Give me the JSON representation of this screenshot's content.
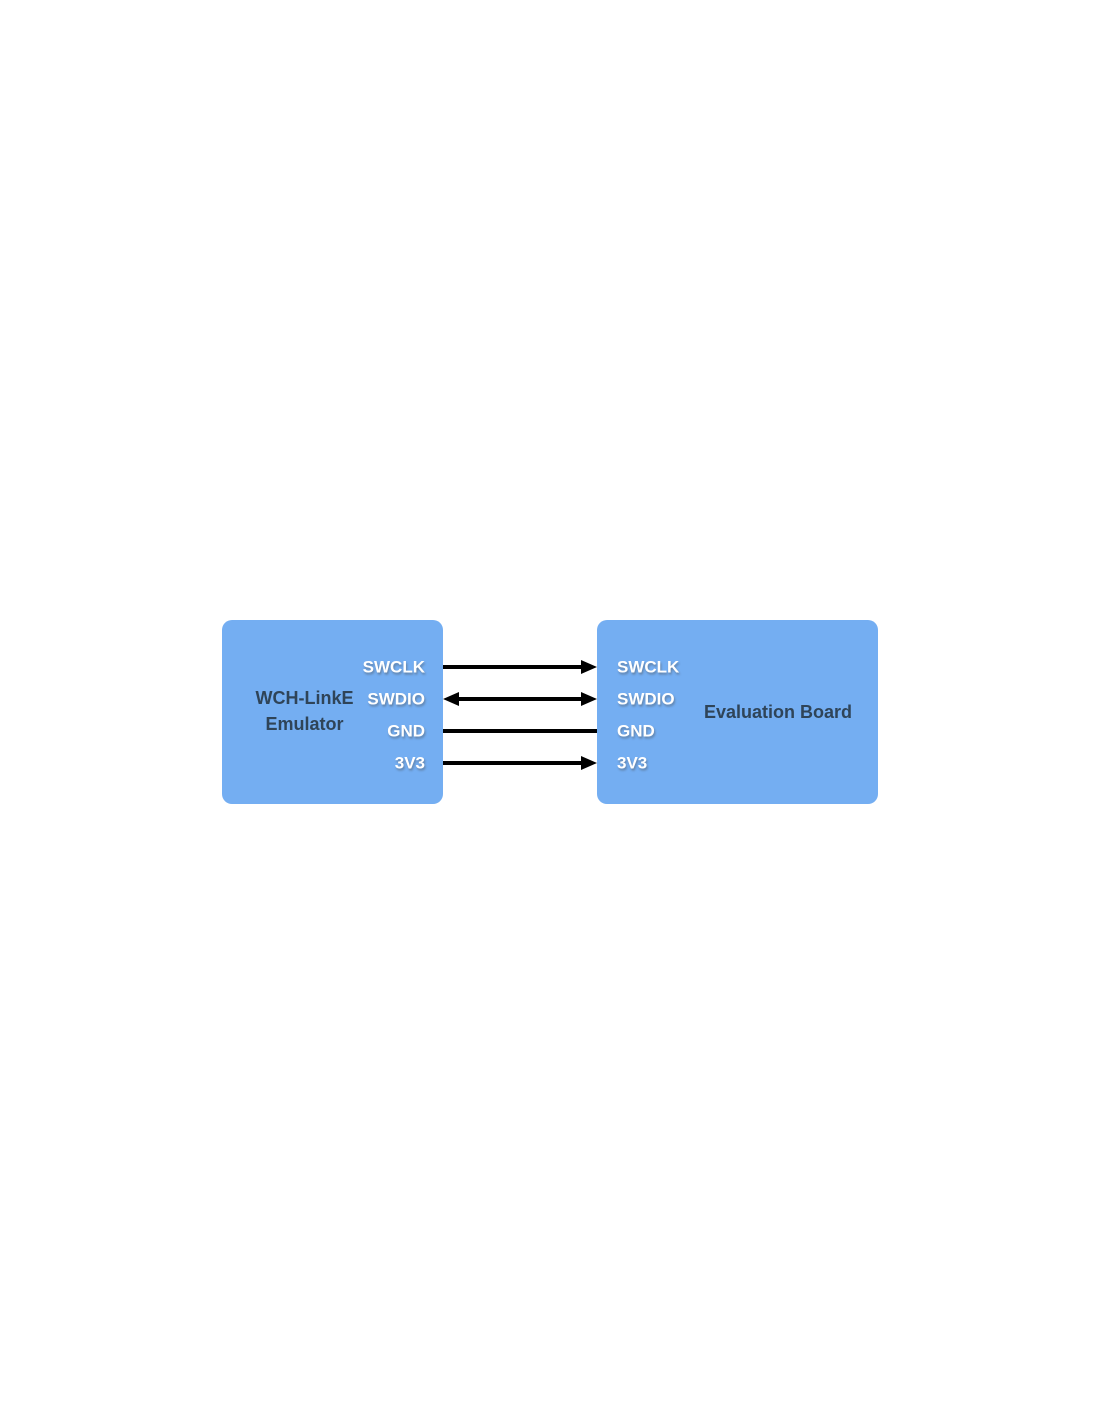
{
  "page": {
    "background": "#ffffff"
  },
  "colors": {
    "box_fill": "#74AEF2",
    "title_text": "#2F4458",
    "pin_text": "#ffffff",
    "wire": "#000000"
  },
  "emulator_box": {
    "title_line1": "WCH-LinkE",
    "title_line2": "Emulator",
    "pins": [
      "SWCLK",
      "SWDIO",
      "GND",
      "3V3"
    ]
  },
  "evaluation_box": {
    "title": "Evaluation Board",
    "pins": [
      "SWCLK",
      "SWDIO",
      "GND",
      "3V3"
    ]
  },
  "connections": [
    {
      "signal": "SWCLK",
      "from": "WCH-LinkE Emulator",
      "to": "Evaluation Board",
      "direction": "left-to-right"
    },
    {
      "signal": "SWDIO",
      "from": "WCH-LinkE Emulator",
      "to": "Evaluation Board",
      "direction": "bidirectional"
    },
    {
      "signal": "GND",
      "from": "WCH-LinkE Emulator",
      "to": "Evaluation Board",
      "direction": "plain"
    },
    {
      "signal": "3V3",
      "from": "WCH-LinkE Emulator",
      "to": "Evaluation Board",
      "direction": "left-to-right"
    }
  ]
}
